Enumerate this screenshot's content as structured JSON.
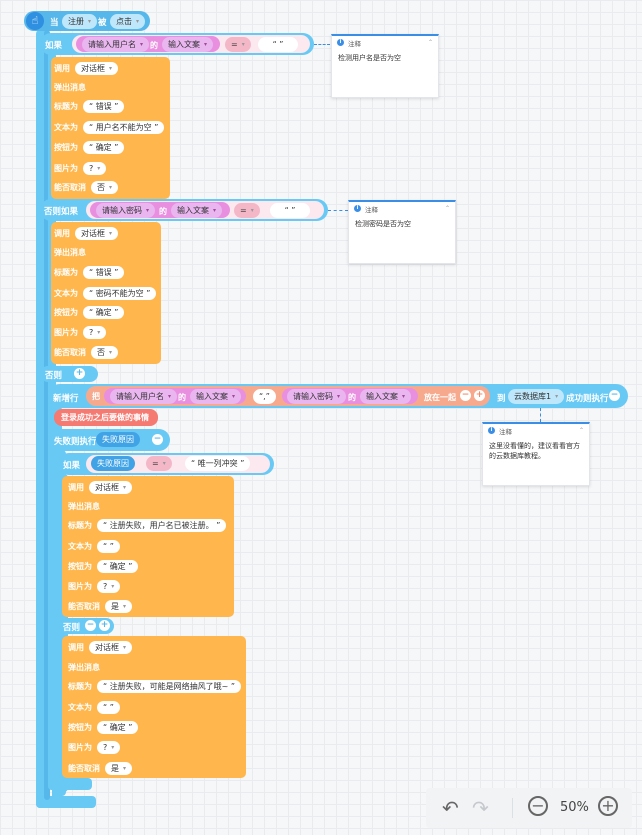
{
  "event": {
    "when": "当",
    "component": "注册",
    "verb": "被",
    "action": "点击"
  },
  "if1": {
    "kw": "如果",
    "input": "请输入用户名",
    "of": "的",
    "prop": "输入文案",
    "op": "=",
    "value": "“ ”",
    "call": {
      "kw": "调用",
      "comp": "对话框",
      "method": "弹出消息",
      "title_label": "标题为",
      "title": "“ 错误 ”",
      "text_label": "文本为",
      "text": "“ 用户名不能为空 ”",
      "button_label": "按钮为",
      "button": "“ 确定 ”",
      "image_label": "图片为",
      "image": "?",
      "cancel_label": "能否取消",
      "cancel": "否"
    }
  },
  "elseif": {
    "kw": "否则如果",
    "input": "请输入密码",
    "of": "的",
    "prop": "输入文案",
    "op": "=",
    "value": "“ ”",
    "call": {
      "kw": "调用",
      "comp": "对话框",
      "method": "弹出消息",
      "title_label": "标题为",
      "title": "“ 错误 ”",
      "text_label": "文本为",
      "text": "“ 密码不能为空 ”",
      "button_label": "按钮为",
      "button": "“ 确定 ”",
      "image_label": "图片为",
      "image": "?",
      "cancel_label": "能否取消",
      "cancel": "否"
    }
  },
  "else": {
    "kw": "否则",
    "add": {
      "kw": "新增行",
      "put": "把",
      "input1": "请输入用户名",
      "of": "的",
      "prop": "输入文案",
      "sep": "“,”",
      "input2": "请输入密码",
      "prop2": "输入文案",
      "together": "放在一起",
      "to": "到",
      "db": "云数据库1",
      "success": "成功则执行"
    },
    "todo": "登录成功之后要做的事情",
    "fail": {
      "kw": "失败则执行",
      "reason": "失败原因",
      "if_kw": "如果",
      "cmp_var": "失败原因",
      "op": "=",
      "value": "“ 唯一列冲突 ”",
      "call1": {
        "kw": "调用",
        "comp": "对话框",
        "method": "弹出消息",
        "title_label": "标题为",
        "title": "“ 注册失败，用户名已被注册。 ”",
        "text_label": "文本为",
        "text": "“ ”",
        "button_label": "按钮为",
        "button": "“ 确定 ”",
        "image_label": "图片为",
        "image": "?",
        "cancel_label": "能否取消",
        "cancel": "是"
      },
      "else_kw": "否则",
      "call2": {
        "kw": "调用",
        "comp": "对话框",
        "method": "弹出消息",
        "title_label": "标题为",
        "title": "“ 注册失败，可能是网络抽风了哦~ ”",
        "text_label": "文本为",
        "text": "“ ”",
        "button_label": "按钮为",
        "button": "“ 确定 ”",
        "image_label": "图片为",
        "image": "?",
        "cancel_label": "能否取消",
        "cancel": "是"
      }
    }
  },
  "notes": [
    {
      "header": "注释",
      "body": "检测用户名是否为空"
    },
    {
      "header": "注释",
      "body": "检测密码是否为空"
    },
    {
      "header": "注释",
      "body": "这里没看懂的，建议看看官方的云数据库教程。"
    }
  ],
  "toolbar": {
    "zoom": "50%"
  }
}
